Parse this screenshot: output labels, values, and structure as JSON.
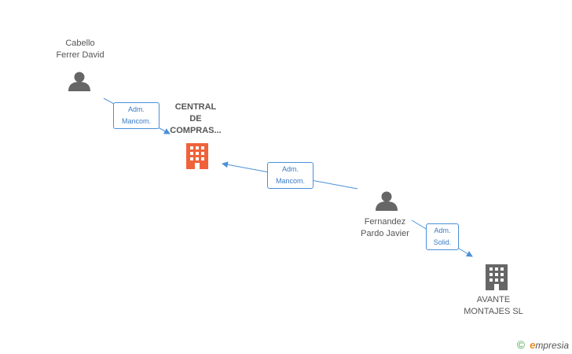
{
  "colors": {
    "edge": "#4a90d9",
    "person_icon": "#666666",
    "company_focus": "#f0623a",
    "company_other": "#666666"
  },
  "nodes": [
    {
      "id": "cabello",
      "type": "person",
      "label_lines": [
        "Cabello",
        "Ferrer David"
      ]
    },
    {
      "id": "central",
      "type": "company-focus",
      "label_lines": [
        "CENTRAL",
        "DE",
        "COMPRAS..."
      ]
    },
    {
      "id": "fernandez",
      "type": "person",
      "label_lines": [
        "Fernandez",
        "Pardo Javier"
      ]
    },
    {
      "id": "avante",
      "type": "company",
      "label_lines": [
        "AVANTE",
        "MONTAJES SL"
      ]
    }
  ],
  "edges": [
    {
      "from": "cabello",
      "to": "central",
      "label_lines": [
        "Adm.",
        "Mancom."
      ]
    },
    {
      "from": "fernandez",
      "to": "central",
      "label_lines": [
        "Adm.",
        "Mancom."
      ]
    },
    {
      "from": "fernandez",
      "to": "avante",
      "label_lines": [
        "Adm.",
        "Solid."
      ]
    }
  ],
  "brand": {
    "copyright": "©",
    "initial": "e",
    "name": "mpresia"
  }
}
